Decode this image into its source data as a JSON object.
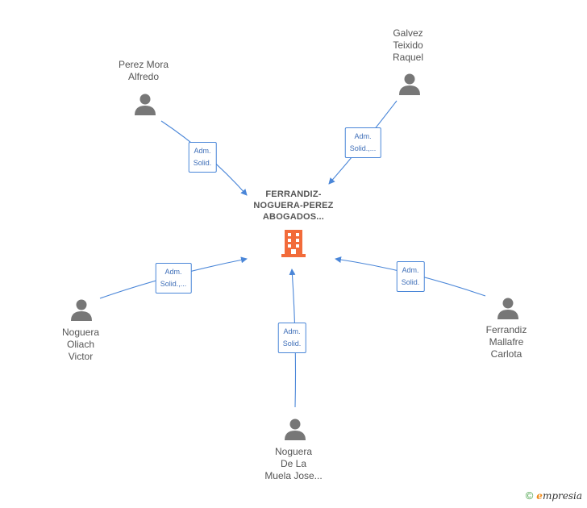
{
  "center": {
    "label_lines": [
      "FERRANDIZ-",
      "NOGUERA-PEREZ",
      "ABOGADOS..."
    ],
    "icon": "building-icon",
    "color": "#f26b3a"
  },
  "people": [
    {
      "id": "perez",
      "lines": [
        "Perez Mora",
        "Alfredo"
      ],
      "icon": "person-icon"
    },
    {
      "id": "galvez",
      "lines": [
        "Galvez",
        "Teixido",
        "Raquel"
      ],
      "icon": "person-icon"
    },
    {
      "id": "oliach",
      "lines": [
        "Noguera",
        "Oliach",
        "Victor"
      ],
      "icon": "person-icon"
    },
    {
      "id": "ferrandiz",
      "lines": [
        "Ferrandiz",
        "Mallafre",
        "Carlota"
      ],
      "icon": "person-icon"
    },
    {
      "id": "muela",
      "lines": [
        "Noguera",
        "De La",
        "Muela Jose..."
      ],
      "icon": "person-icon"
    }
  ],
  "edges": [
    {
      "from": "perez",
      "lines": [
        "Adm.",
        "Solid."
      ]
    },
    {
      "from": "galvez",
      "lines": [
        "Adm.",
        "Solid.,..."
      ]
    },
    {
      "from": "oliach",
      "lines": [
        "Adm.",
        "Solid.,..."
      ]
    },
    {
      "from": "ferrandiz",
      "lines": [
        "Adm.",
        "Solid."
      ]
    },
    {
      "from": "muela",
      "lines": [
        "Adm.",
        "Solid."
      ]
    }
  ],
  "footer": {
    "copyright": "©",
    "brand_first": "e",
    "brand_rest": "mpresia"
  },
  "colors": {
    "edge": "#4a86d8",
    "person": "#777777",
    "text": "#555555"
  }
}
